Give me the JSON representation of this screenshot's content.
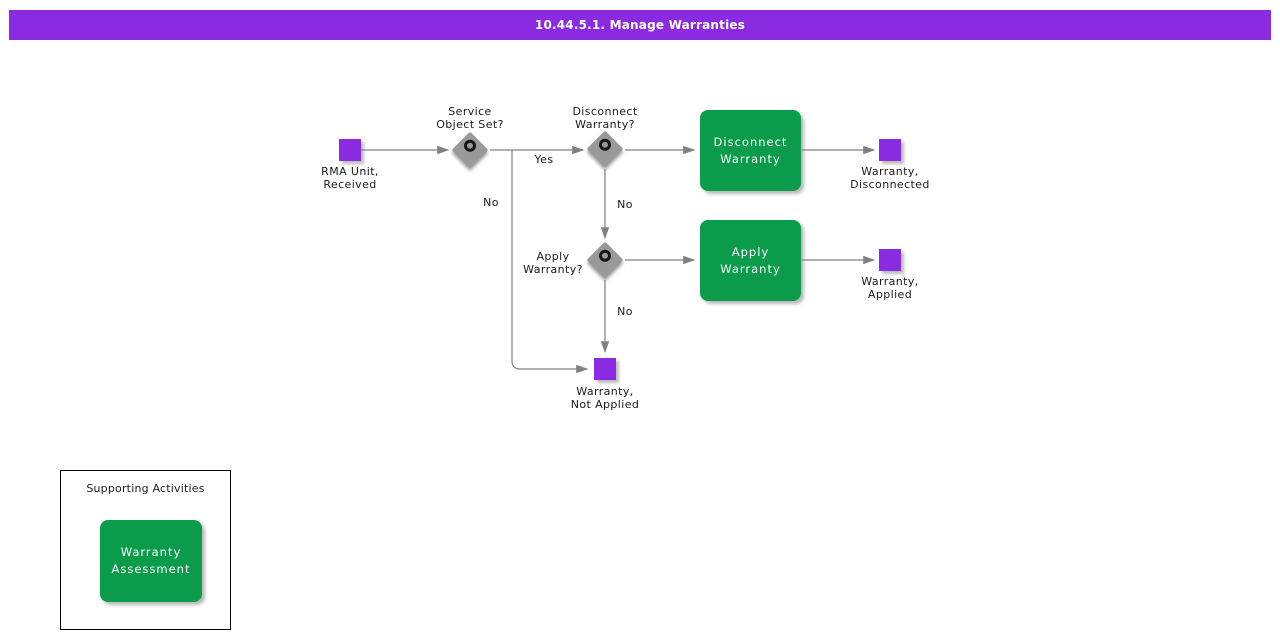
{
  "header": {
    "title": "10.44.5.1. Manage Warranties"
  },
  "colors": {
    "header_bar": "#8a2be2",
    "event_square": "#8a2be2",
    "activity_green": "#0a9b4b",
    "gateway_gray": "#999999",
    "edge_gray": "#808080"
  },
  "diagram": {
    "events": [
      {
        "id": "rma-unit-received",
        "label": "RMA Unit,\nReceived"
      },
      {
        "id": "warranty-disconnected",
        "label": "Warranty,\nDisconnected"
      },
      {
        "id": "warranty-applied",
        "label": "Warranty,\nApplied"
      },
      {
        "id": "warranty-not-applied",
        "label": "Warranty,\nNot Applied"
      }
    ],
    "gateways": [
      {
        "id": "service-object-set",
        "label": "Service\nObject Set?"
      },
      {
        "id": "disconnect-warranty-q",
        "label": "Disconnect\nWarranty?"
      },
      {
        "id": "apply-warranty-q",
        "label": "Apply\nWarranty?"
      }
    ],
    "activities": [
      {
        "id": "disconnect-warranty",
        "label": "Disconnect\nWarranty"
      },
      {
        "id": "apply-warranty",
        "label": "Apply Warranty"
      }
    ],
    "branches": {
      "yes_service": "Yes",
      "no_service": "No",
      "no_disconnect": "No",
      "no_apply": "No"
    }
  },
  "supporting": {
    "title": "Supporting Activities",
    "activity": {
      "id": "warranty-assessment",
      "label": "Warranty\nAssessment"
    }
  }
}
